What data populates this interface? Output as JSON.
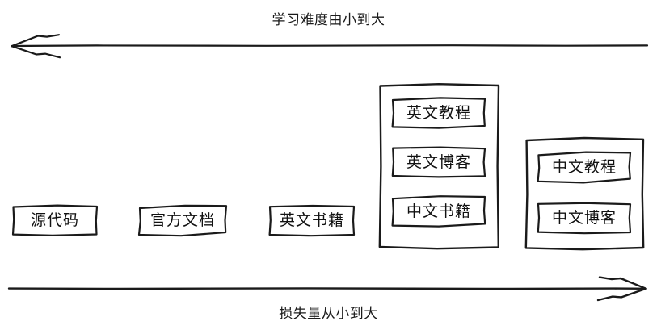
{
  "diagram": {
    "top_axis": {
      "label": "学习难度由小到大",
      "direction": "left",
      "arrow_icon": "arrow-left-icon"
    },
    "bottom_axis": {
      "label": "损失量从小到大",
      "direction": "right",
      "arrow_icon": "arrow-right-icon"
    },
    "nodes": [
      {
        "label": "源代码"
      },
      {
        "label": "官方文档"
      },
      {
        "label": "英文书籍"
      }
    ],
    "groups": [
      {
        "items": [
          {
            "label": "英文教程"
          },
          {
            "label": "英文博客"
          },
          {
            "label": "中文书籍"
          }
        ]
      },
      {
        "items": [
          {
            "label": "中文教程"
          },
          {
            "label": "中文博客"
          }
        ]
      }
    ],
    "colors": {
      "stroke": "#1a1a1a",
      "background": "#ffffff",
      "text": "#111111"
    }
  }
}
